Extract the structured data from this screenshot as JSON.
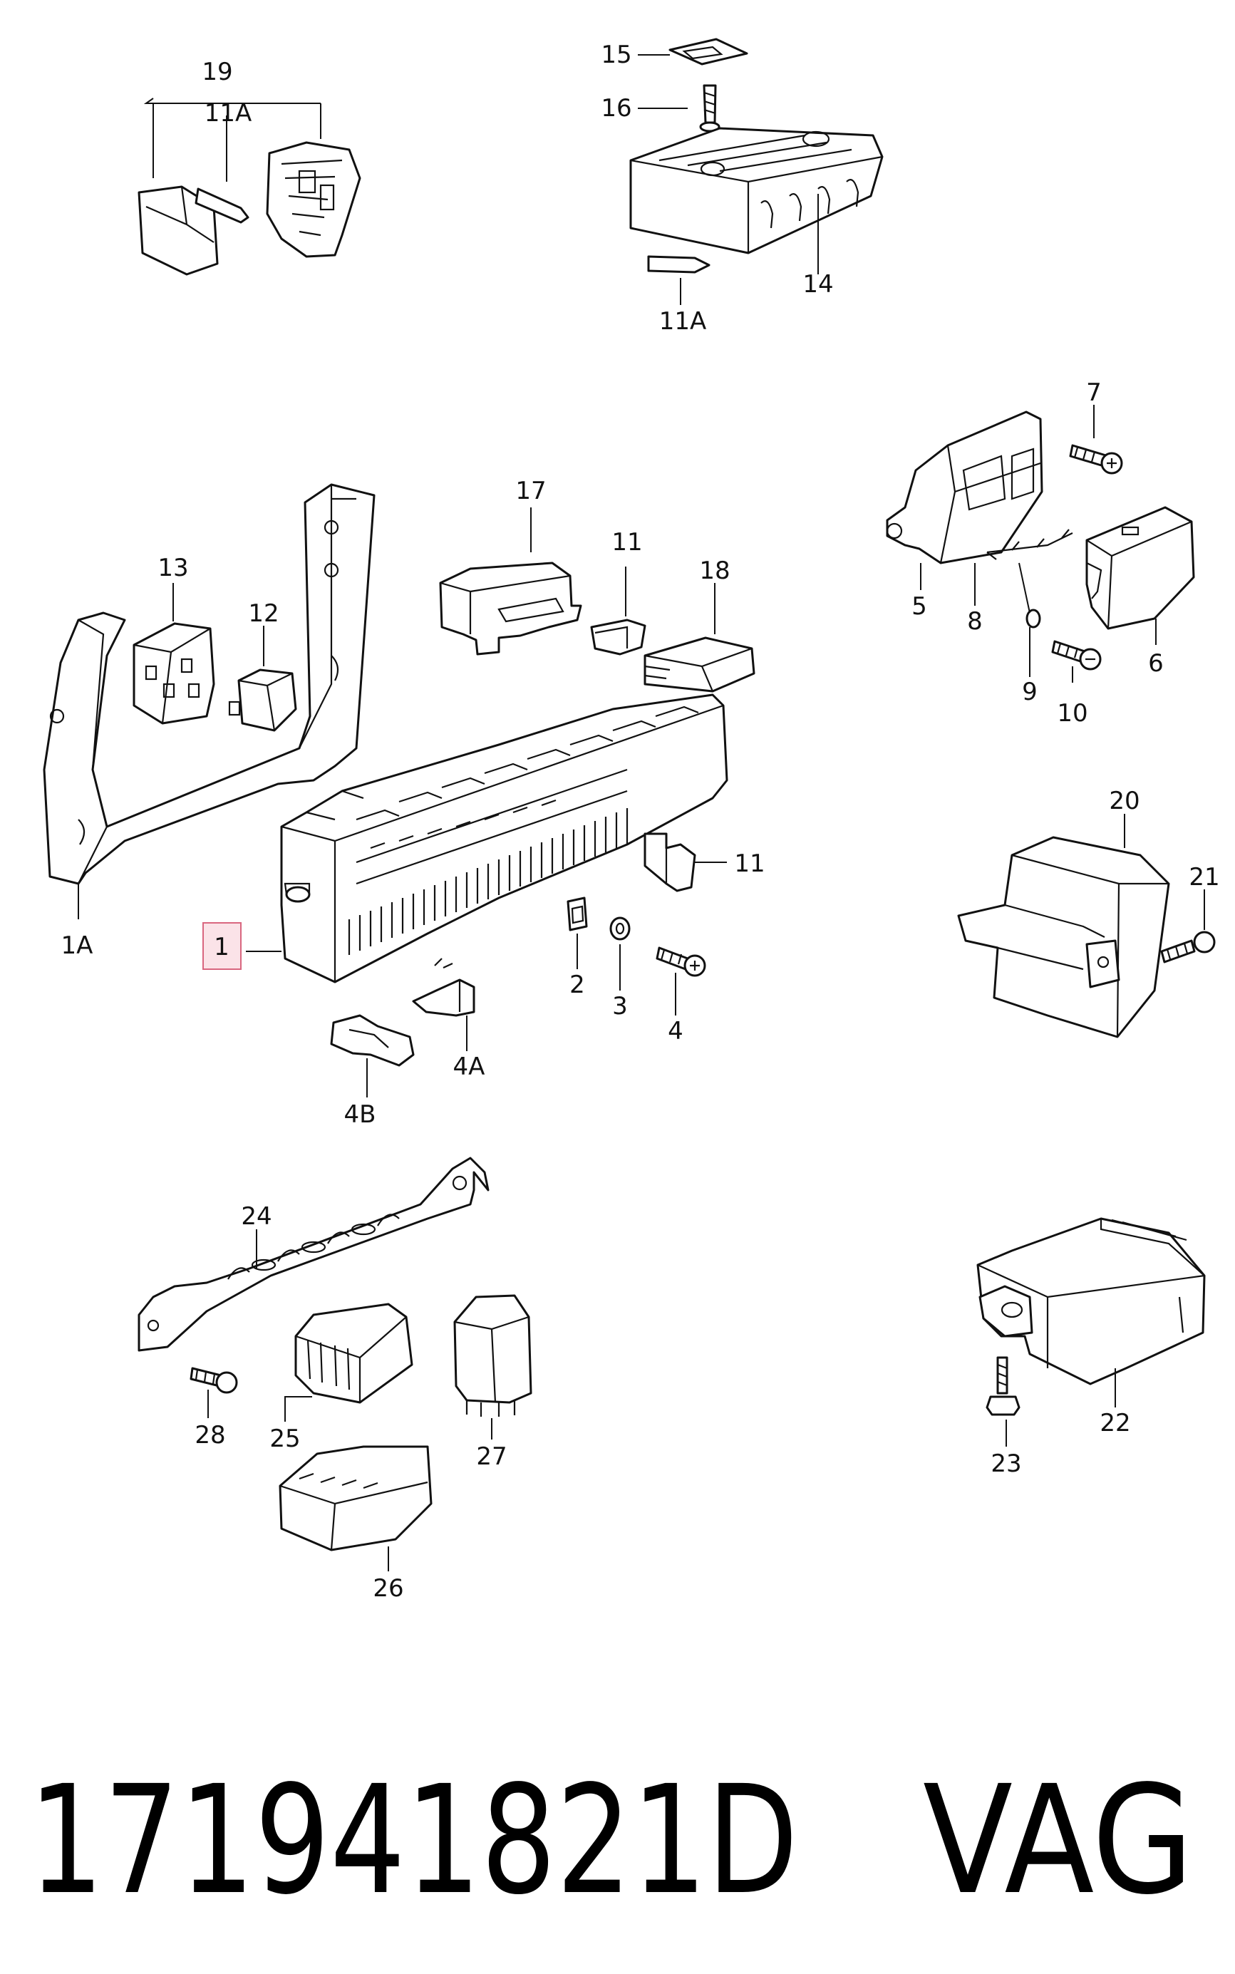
{
  "callouts": [
    {
      "id": "c19",
      "text": "19"
    },
    {
      "id": "c11A_top",
      "text": "11A"
    },
    {
      "id": "c15",
      "text": "15"
    },
    {
      "id": "c16",
      "text": "16"
    },
    {
      "id": "c14",
      "text": "14"
    },
    {
      "id": "c11A_mid",
      "text": "11A"
    },
    {
      "id": "c7",
      "text": "7"
    },
    {
      "id": "c5",
      "text": "5"
    },
    {
      "id": "c8",
      "text": "8"
    },
    {
      "id": "c9",
      "text": "9"
    },
    {
      "id": "c10",
      "text": "10"
    },
    {
      "id": "c6",
      "text": "6"
    },
    {
      "id": "c17",
      "text": "17"
    },
    {
      "id": "c11_a",
      "text": "11"
    },
    {
      "id": "c18",
      "text": "18"
    },
    {
      "id": "c13",
      "text": "13"
    },
    {
      "id": "c12",
      "text": "12"
    },
    {
      "id": "c11_b",
      "text": "11"
    },
    {
      "id": "c1A",
      "text": "1A"
    },
    {
      "id": "c1",
      "text": "1",
      "highlighted": true
    },
    {
      "id": "c2",
      "text": "2"
    },
    {
      "id": "c3",
      "text": "3"
    },
    {
      "id": "c4",
      "text": "4"
    },
    {
      "id": "c4A",
      "text": "4A"
    },
    {
      "id": "c4B",
      "text": "4B"
    },
    {
      "id": "c20",
      "text": "20"
    },
    {
      "id": "c21",
      "text": "21"
    },
    {
      "id": "c24",
      "text": "24"
    },
    {
      "id": "c28",
      "text": "28"
    },
    {
      "id": "c25",
      "text": "25"
    },
    {
      "id": "c27",
      "text": "27"
    },
    {
      "id": "c26",
      "text": "26"
    },
    {
      "id": "c22",
      "text": "22"
    },
    {
      "id": "c23",
      "text": "23"
    }
  ],
  "footer": {
    "part_number": "171941821D",
    "brand": "VAG"
  },
  "colors": {
    "line": "#111111",
    "highlight_fill": "#fbe3e8",
    "highlight_stroke": "#d9667f"
  }
}
